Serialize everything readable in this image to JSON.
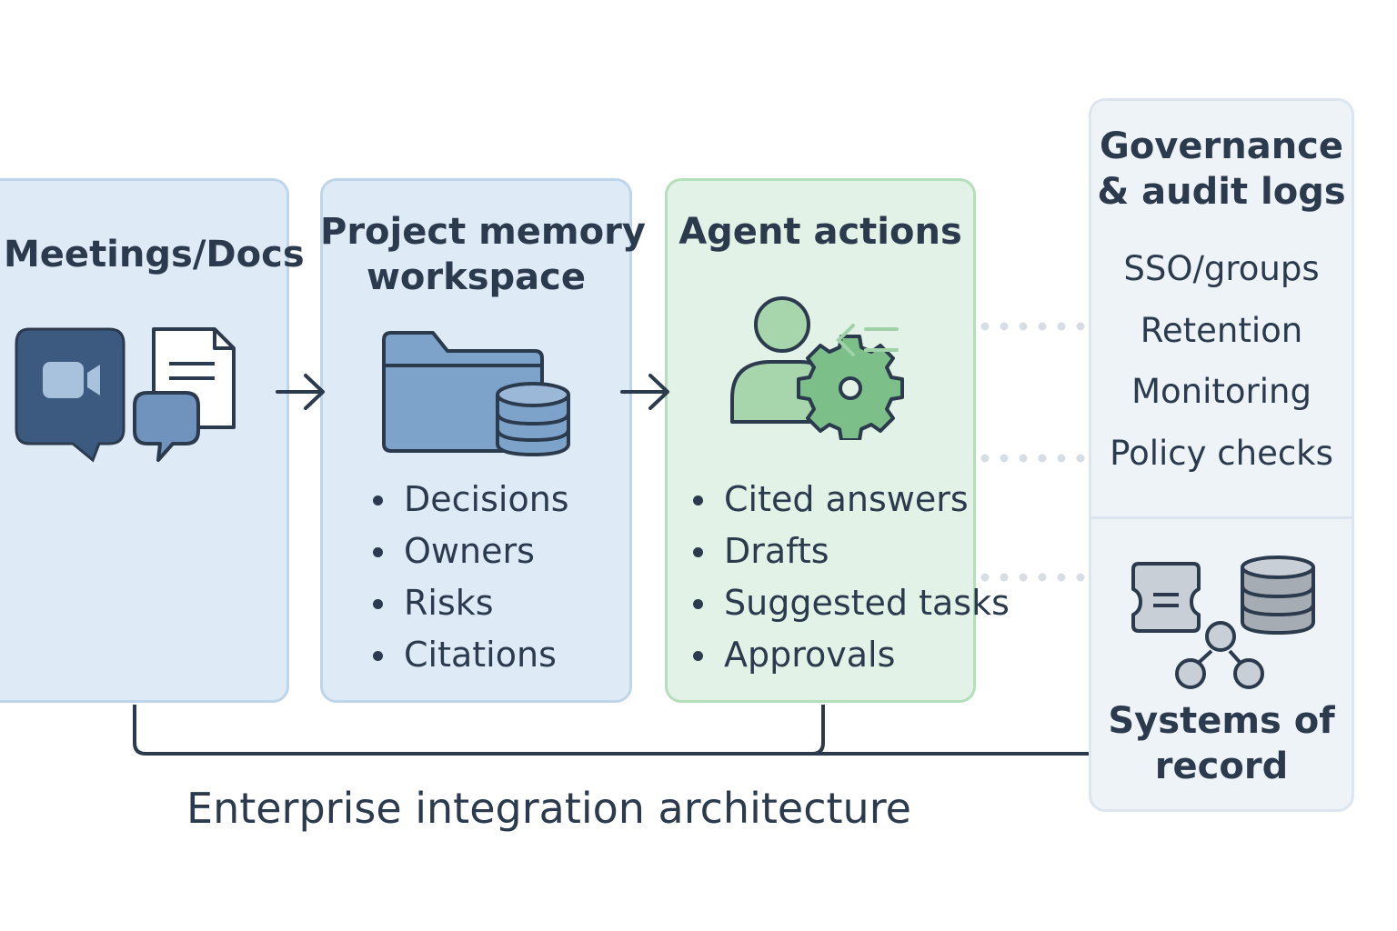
{
  "stages": {
    "meetings": {
      "title": "Meetings/Docs",
      "icons": [
        "video-call-icon",
        "document-icon",
        "chat-bubble-icon"
      ]
    },
    "memory": {
      "title_line1": "Project memory",
      "title_line2": "workspace",
      "icons": [
        "folder-icon",
        "database-icon"
      ],
      "items": [
        "Decisions",
        "Owners",
        "Risks",
        "Citations"
      ]
    },
    "agent": {
      "title": "Agent actions",
      "icons": [
        "user-icon",
        "gear-icon",
        "code-lines-icon"
      ],
      "items": [
        "Cited answers",
        "Drafts",
        "Suggested tasks",
        "Approvals"
      ]
    }
  },
  "governance": {
    "title_line1": "Governance",
    "title_line2": "& audit logs",
    "items": [
      "SSO/groups",
      "Retention",
      "Monitoring",
      "Policy checks"
    ]
  },
  "systems": {
    "title_line1": "Systems of",
    "title_line2": "record",
    "icons": [
      "server-icon",
      "database-icon",
      "network-icon"
    ]
  },
  "footer": {
    "label": "Enterprise integration architecture"
  },
  "colors": {
    "blue_panel": "#deeaf6",
    "green_panel": "#e3f2e6",
    "grey_panel": "#eef3f8",
    "ink": "#2b3a4d",
    "icon_blue_dark": "#3c5a80",
    "icon_blue": "#7ea3cb",
    "icon_green": "#a7d6ad",
    "icon_green_dark": "#6aa878"
  }
}
